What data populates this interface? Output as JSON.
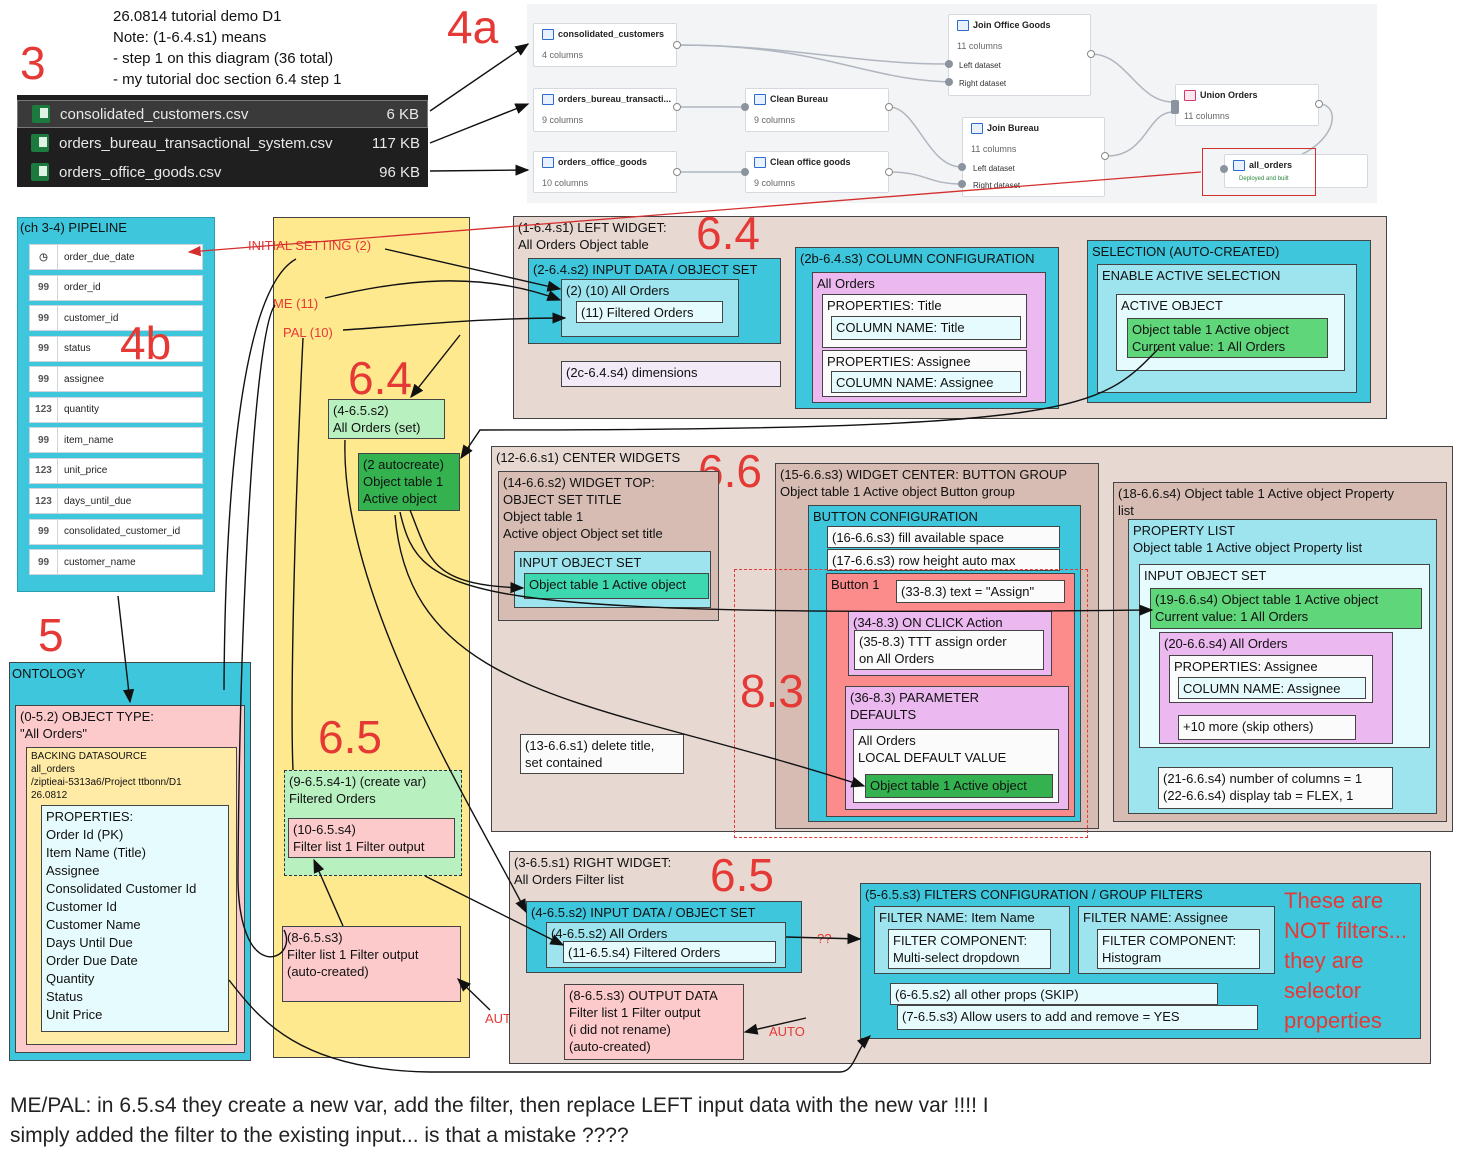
{
  "header_note": {
    "lines": [
      "26.0814 tutorial demo D1",
      "Note: (1-6.4.s1) means",
      "- step 1 on this diagram (36 total)",
      "- my tutorial doc section 6.4 step 1"
    ]
  },
  "section_numbers": {
    "s3": "3",
    "s4a": "4a",
    "s4b": "4b",
    "s5": "5",
    "s64a": "6.4",
    "s64b": "6.4",
    "s66": "6.6",
    "s65a": "6.5",
    "s65b": "6.5",
    "s83": "8.3"
  },
  "files": [
    {
      "name": "consolidated_customers.csv",
      "size": "6 KB"
    },
    {
      "name": "orders_bureau_transactional_system.csv",
      "size": "117 KB"
    },
    {
      "name": "orders_office_goods.csv",
      "size": "96 KB"
    }
  ],
  "pipeline_graph": {
    "nodes": {
      "consolidated": {
        "title": "consolidated_customers",
        "cols": "4 columns"
      },
      "bureau_src": {
        "title": "orders_bureau_transacti...",
        "cols": "9 columns"
      },
      "office_src": {
        "title": "orders_office_goods",
        "cols": "10 columns"
      },
      "clean_bureau": {
        "title": "Clean Bureau",
        "cols": "9 columns"
      },
      "clean_office": {
        "title": "Clean office goods",
        "cols": "9 columns"
      },
      "join_office": {
        "title": "Join Office Goods",
        "cols": "11 columns",
        "left": "Left dataset",
        "right": "Right dataset"
      },
      "join_bureau": {
        "title": "Join Bureau",
        "cols": "11 columns",
        "left": "Left dataset",
        "right": "Right dataset"
      },
      "union": {
        "title": "Union Orders",
        "cols": "11 columns"
      },
      "all_orders": {
        "title": "all_orders",
        "status": "Deployed and built"
      }
    }
  },
  "pipeline": {
    "title": "(ch 3-4) PIPELINE",
    "rows": [
      {
        "icon": "clock-icon",
        "glyph": "◷",
        "name": "order_due_date"
      },
      {
        "icon": "string-icon",
        "glyph": "99",
        "name": "order_id"
      },
      {
        "icon": "string-icon",
        "glyph": "99",
        "name": "customer_id"
      },
      {
        "icon": "string-icon",
        "glyph": "99",
        "name": "status"
      },
      {
        "icon": "string-icon",
        "glyph": "99",
        "name": "assignee"
      },
      {
        "icon": "number-icon",
        "glyph": "123",
        "name": "quantity"
      },
      {
        "icon": "string-icon",
        "glyph": "99",
        "name": "item_name"
      },
      {
        "icon": "number-icon",
        "glyph": "123",
        "name": "unit_price"
      },
      {
        "icon": "number-icon",
        "glyph": "123",
        "name": "days_until_due"
      },
      {
        "icon": "string-icon",
        "glyph": "99",
        "name": "consolidated_customer_id"
      },
      {
        "icon": "string-icon",
        "glyph": "99",
        "name": "customer_name"
      }
    ]
  },
  "ontology": {
    "title": "ONTOLOGY",
    "object_type": [
      "(0-5.2) OBJECT TYPE:",
      "\"All Orders\""
    ],
    "backing": [
      "BACKING DATASOURCE",
      "all_orders",
      "/ziptieai-5313a6/Project ttbonn/D1",
      "26.0812"
    ],
    "properties": [
      "PROPERTIES:",
      "Order Id (PK)",
      "Item Name (Title)",
      "Assignee",
      "Consolidated Customer Id",
      "Customer Id",
      "Customer Name",
      "Days Until Due",
      "Order Due Date",
      "Quantity",
      "Status",
      "Unit Price"
    ]
  },
  "variables": {
    "initial": "INITIAL SETTING (2)",
    "me": "ME (11)",
    "pal": "PAL (10)",
    "all_orders_set": [
      "(4-6.5.s2)",
      "All Orders (set)"
    ],
    "autocreate": [
      "(2 autocreate)",
      "Object table 1",
      "Active object"
    ],
    "create_var": [
      "(9-6.5.s4-1) (create var)",
      "Filtered Orders"
    ],
    "filter_output": [
      "(10-6.5.s4)",
      "Filter list 1 Filter output"
    ],
    "filter_output_auto": [
      "(8-6.5.s3)",
      "Filter list 1 Filter output",
      "(auto-created)"
    ],
    "auto1": "AUTO",
    "auto2": "AUTO",
    "qq": "??"
  },
  "left_widget": {
    "title": [
      "(1-6.4.s1) LEFT WIDGET:",
      "All Orders Object table"
    ],
    "input_title": "(2-6.4.s2) INPUT DATA / OBJECT SET",
    "input_items": [
      "(2) (10) All Orders",
      "(11) Filtered Orders"
    ],
    "dimensions": "(2c-6.4.s4) dimensions",
    "colcfg_title": "(2b-6.4.s3) COLUMN CONFIGURATION",
    "colcfg_label": "All Orders",
    "prop_title": "PROPERTIES: Title",
    "col_title": "COLUMN NAME: Title",
    "prop_assignee": "PROPERTIES: Assignee",
    "col_assignee": "COLUMN NAME: Assignee",
    "selection_title": "SELECTION (AUTO-CREATED)",
    "enable_active": "ENABLE ACTIVE SELECTION",
    "active_object": "ACTIVE OBJECT",
    "active_value": [
      "Object table 1 Active object",
      "Current value: 1 All Orders"
    ]
  },
  "center": {
    "title": "(12-6.6.s1) CENTER WIDGETS",
    "top_widget": [
      "(14-6.6.s2) WIDGET TOP:",
      "OBJECT SET TITLE",
      "Object table 1",
      "Active object Object set title"
    ],
    "input_object_set": "INPUT OBJECT SET",
    "input_value": "Object table 1 Active object",
    "delete_title": [
      "(13-6.6.s1) delete title,",
      "set contained"
    ],
    "button_group": [
      "(15-6.6.s3) WIDGET CENTER: BUTTON GROUP",
      "Object table 1 Active object Button group"
    ],
    "button_config": "BUTTON CONFIGURATION",
    "fill_space": "(16-6.6.s3) fill available space",
    "row_height": "(17-6.6.s3) row height auto max",
    "button1": "Button 1",
    "button_text": "(33-8.3) text = \"Assign\"",
    "on_click": "(34-8.3) ON CLICK Action",
    "ttt": [
      "(35-8.3) TTT assign order",
      "on All Orders"
    ],
    "param_defaults": [
      "(36-8.3) PARAMETER",
      "DEFAULTS"
    ],
    "local_default": [
      "All Orders",
      "LOCAL DEFAULT VALUE"
    ],
    "local_value": "Object table 1 Active object",
    "proplist_title": [
      "(18-6.6.s4) Object table 1 Active object Property",
      "list"
    ],
    "proplist_box": [
      "PROPERTY LIST",
      "Object table 1 Active object Property list"
    ],
    "proplist_input": "INPUT OBJECT SET",
    "proplist_value": [
      "(19-6.6.s4) Object table 1 Active object",
      "Current value: 1 All Orders"
    ],
    "proplist_all": "(20-6.6.s4) All Orders",
    "proplist_prop": "PROPERTIES: Assignee",
    "proplist_col": "COLUMN NAME: Assignee",
    "more": "+10 more (skip others)",
    "numcols": [
      "(21-6.6.s4) number of columns = 1",
      "(22-6.6.s4) display tab = FLEX, 1"
    ]
  },
  "right_widget": {
    "title": [
      "(3-6.5.s1) RIGHT WIDGET:",
      "All Orders Filter list"
    ],
    "input_title": "(4-6.5.s2) INPUT DATA / OBJECT SET",
    "input_items": [
      "(4-6.5.s2) All Orders",
      "(11-6.5.s4) Filtered Orders"
    ],
    "output": [
      "(8-6.5.s3) OUTPUT DATA",
      "Filter list 1 Filter output",
      "(i did not rename)",
      "(auto-created)"
    ],
    "filters_title": "(5-6.5.s3) FILTERS CONFIGURATION / GROUP FILTERS",
    "filter1_name": "FILTER NAME: Item Name",
    "filter1_comp": [
      "FILTER COMPONENT:",
      "Multi-select dropdown"
    ],
    "filter2_name": "FILTER NAME: Assignee",
    "filter2_comp": [
      "FILTER COMPONENT:",
      "Histogram"
    ],
    "other_props": "(6-6.5.s2) all other props (SKIP)",
    "allow_users": "(7-6.5.s3) Allow users to add and remove = YES",
    "warning": [
      "These are",
      "NOT filters...",
      "they are",
      "selector",
      "properties"
    ]
  },
  "footer": {
    "line1": "ME/PAL: in 6.5.s4 they create a new var, add the filter, then replace LEFT input data with the new var !!!! I",
    "line2": "simply added the filter to the existing input... is that a mistake ????"
  }
}
